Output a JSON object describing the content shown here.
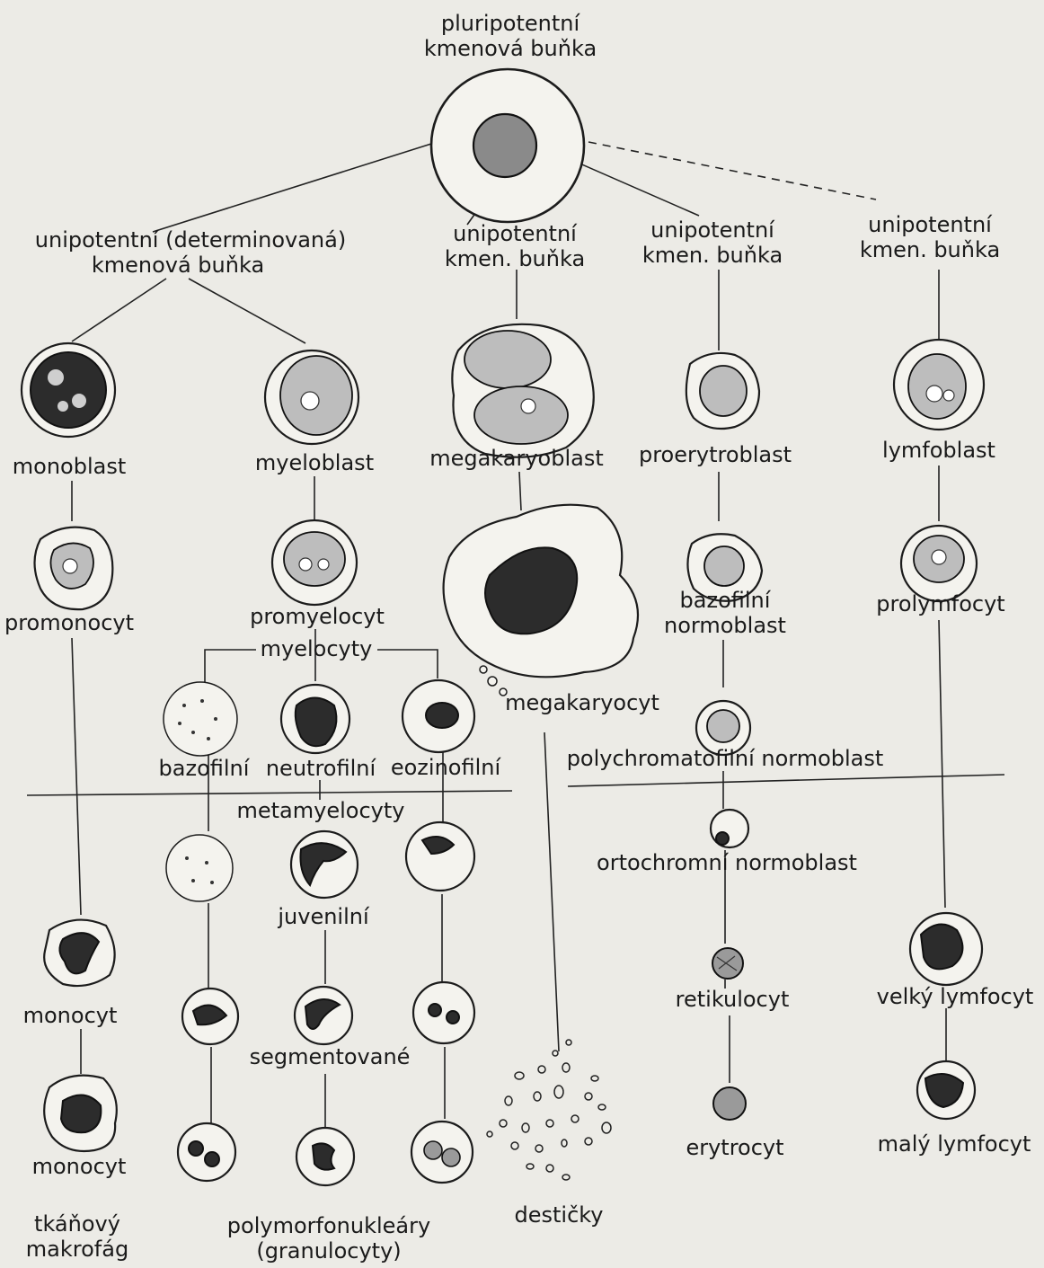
{
  "labels": {
    "pluripotent": [
      "pluripotentní",
      "kmenová buňka"
    ],
    "unipotent_determined": [
      "unipotentní (determinovaná)",
      "kmenová buňka"
    ],
    "unipotent_mega": [
      "unipotentní",
      "kmen. buňka"
    ],
    "unipotent_ery": [
      "unipotentní",
      "kmen. buňka"
    ],
    "unipotent_lym": [
      "unipotentní",
      "kmen. buňka"
    ],
    "monoblast": "monoblast",
    "myeloblast": "myeloblast",
    "megakaryoblast": "megakaryoblast",
    "proerytroblast": "proerytroblast",
    "lymfoblast": "lymfoblast",
    "promonocyt": "promonocyt",
    "promyelocyt": "promyelocyt",
    "myelocyty": "myelocyty",
    "bazofilni": "bazofilní",
    "neutrofilni": "neutrofilní",
    "eozinofilni": "eozinofilní",
    "megakaryocyt": "megakaryocyt",
    "bazofilni_normoblast": [
      "bazofilní",
      "normoblast"
    ],
    "polychromatofilni_normoblast": "polychromatofilní normoblast",
    "prolymfocyt": "prolymfocyt",
    "metamyelocyty": "metamyelocyty",
    "ortochromni_normoblast": "ortochromní normoblast",
    "juvenilni": "juvenilní",
    "monocyt1": "monocyt",
    "retikulocyt": "retikulocyt",
    "velky_lymfocyt": "velký lymfocyt",
    "segmentovane": "segmentované",
    "monocyt2": "monocyt",
    "erytrocyt": "erytrocyt",
    "maly_lymfocyt": "malý lymfocyt",
    "tkanovy_makrofag": [
      "tkáňový",
      "makrofág"
    ],
    "polymorfonukleary": [
      "polymorfonukleáry",
      "(granulocyty)"
    ],
    "desticky": "destičky"
  }
}
